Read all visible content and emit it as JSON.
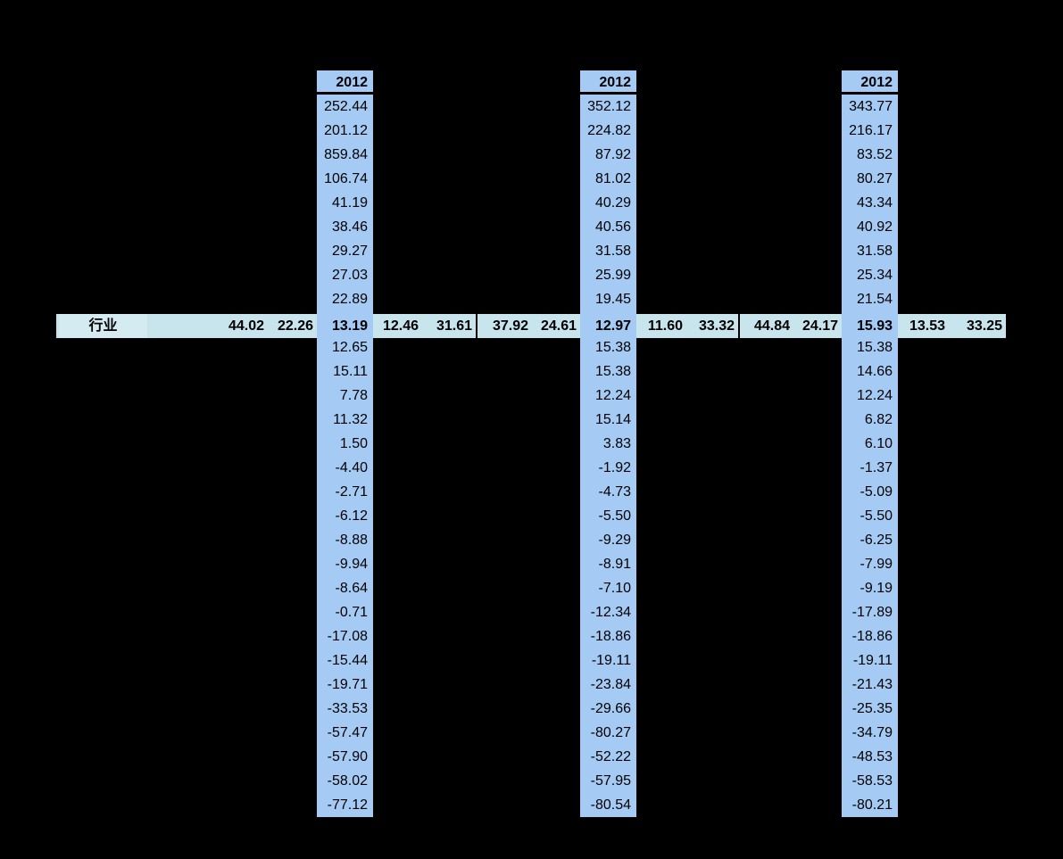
{
  "colors": {
    "background": "#000000",
    "column_fill": "#a5cbf5",
    "row_fill": "#c8e4ec",
    "label_fill": "#d5ebf2",
    "text": "#000000",
    "divider": "#000000"
  },
  "chart_data": {
    "type": "table",
    "value_columns": [
      {
        "header": "2012",
        "values": [
          "252.44",
          "201.12",
          "859.84",
          "106.74",
          "41.19",
          "38.46",
          "29.27",
          "27.03",
          "22.89",
          "13.19",
          "12.65",
          "15.11",
          "7.78",
          "11.32",
          "1.50",
          "-4.40",
          "-2.71",
          "-6.12",
          "-8.88",
          "-9.94",
          "-8.64",
          "-0.71",
          "-17.08",
          "-15.44",
          "-19.71",
          "-33.53",
          "-57.47",
          "-57.90",
          "-58.02",
          "-77.12"
        ]
      },
      {
        "header": "2012",
        "values": [
          "352.12",
          "224.82",
          "87.92",
          "81.02",
          "40.29",
          "40.56",
          "31.58",
          "25.99",
          "19.45",
          "12.97",
          "15.38",
          "15.38",
          "12.24",
          "15.14",
          "3.83",
          "-1.92",
          "-4.73",
          "-5.50",
          "-9.29",
          "-8.91",
          "-7.10",
          "-12.34",
          "-18.86",
          "-19.11",
          "-23.84",
          "-29.66",
          "-80.27",
          "-52.22",
          "-57.95",
          "-80.54"
        ]
      },
      {
        "header": "2012",
        "values": [
          "343.77",
          "216.17",
          "83.52",
          "80.27",
          "43.34",
          "40.92",
          "31.58",
          "25.34",
          "21.54",
          "15.93",
          "15.38",
          "14.66",
          "12.24",
          "6.82",
          "6.10",
          "-1.37",
          "-5.09",
          "-5.50",
          "-6.25",
          "-7.99",
          "-9.19",
          "-17.89",
          "-18.86",
          "-19.11",
          "-21.43",
          "-25.35",
          "-34.79",
          "-48.53",
          "-58.53",
          "-80.21"
        ]
      }
    ],
    "highlight_row_index": 9,
    "industry_row": {
      "label": "行业",
      "groups": [
        [
          "44.02",
          "22.26",
          "13.19",
          "12.46",
          "31.61"
        ],
        [
          "37.92",
          "24.61",
          "12.97",
          "11.60",
          "33.32"
        ],
        [
          "44.84",
          "24.17",
          "15.93",
          "13.53",
          "33.25"
        ]
      ]
    }
  }
}
